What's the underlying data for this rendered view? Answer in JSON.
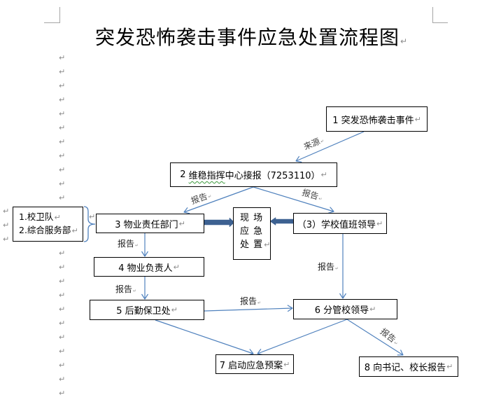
{
  "document": {
    "title": "突发恐怖袭击事件应急处置流程图",
    "paragraph_mark": "↵",
    "empty_paragraph_count": 25
  },
  "flowchart": {
    "nodes": [
      {
        "label": "1 突发恐怖袭击事件"
      },
      {
        "segments": [
          "2 ",
          "维稳指挥",
          "中心接报（7253110）"
        ]
      },
      {
        "label": "3 物业责任部门"
      },
      {
        "lines": [
          "现 场",
          "应 急",
          "处 置"
        ]
      },
      {
        "label": "（3）学校值班领导"
      },
      {
        "label": "4 物业负责人"
      },
      {
        "label": "5 后勤保卫处"
      },
      {
        "label": "6 分管校领导"
      },
      {
        "label": "7 启动应急预案"
      },
      {
        "label": "8 向书记、校长报告"
      },
      {
        "lines": [
          "1.校卫队",
          "2.综合服务部"
        ]
      }
    ],
    "edges": [
      {
        "from": 0,
        "to": 1,
        "label": "来源"
      },
      {
        "from": 1,
        "to": 2,
        "label": "报告"
      },
      {
        "from": 1,
        "to": 4,
        "label": "报告"
      },
      {
        "from": 2,
        "to": 3,
        "thick": true
      },
      {
        "from": 4,
        "to": 3,
        "thick": true
      },
      {
        "from": 2,
        "to": 5,
        "label": "报告"
      },
      {
        "from": 5,
        "to": 6,
        "label": "报告"
      },
      {
        "from": 4,
        "to": 7,
        "label": "报告"
      },
      {
        "from": 6,
        "to": 7,
        "label": "报告"
      },
      {
        "from": 6,
        "to": 8
      },
      {
        "from": 7,
        "to": 8
      },
      {
        "from": 7,
        "to": 9,
        "label": "报告"
      },
      {
        "from": 10,
        "to": 2,
        "brace": true
      }
    ]
  },
  "colors": {
    "connector": "#4f81bd",
    "thick_arrow": "#3d6191",
    "box_border": "#000000",
    "spellcheck": "#3c9a3c",
    "formatting_mark": "#8c8c8c",
    "crop_mark": "#a6a6a6"
  }
}
